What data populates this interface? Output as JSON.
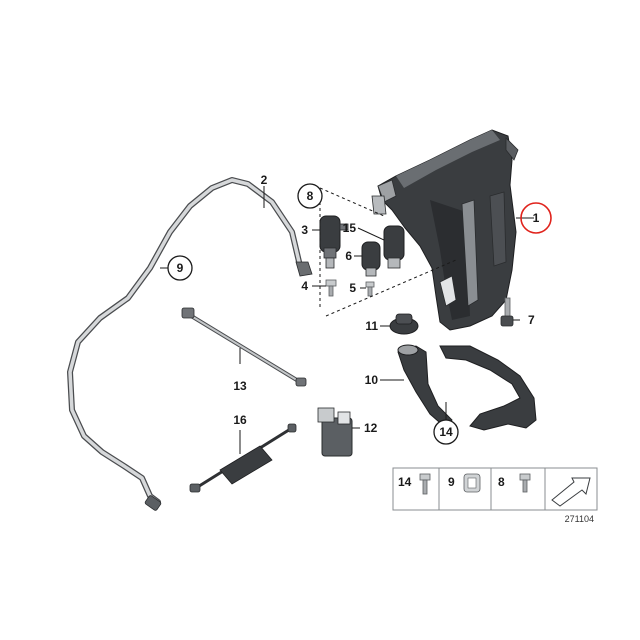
{
  "callouts": {
    "c1": "1",
    "c2": "2",
    "c3": "3",
    "c4": "4",
    "c5": "5",
    "c6": "6",
    "c7": "7",
    "c8": "8",
    "c9": "9",
    "c10": "10",
    "c11": "11",
    "c12": "12",
    "c13": "13",
    "c14": "14",
    "c15": "15",
    "c16": "16"
  },
  "legend": {
    "items": [
      "14",
      "9",
      "8"
    ]
  },
  "reference_code": "271104",
  "colors": {
    "highlight_ring": "#e0231c",
    "part_dark": "#3a3d40",
    "line": "#1a1a1a"
  }
}
